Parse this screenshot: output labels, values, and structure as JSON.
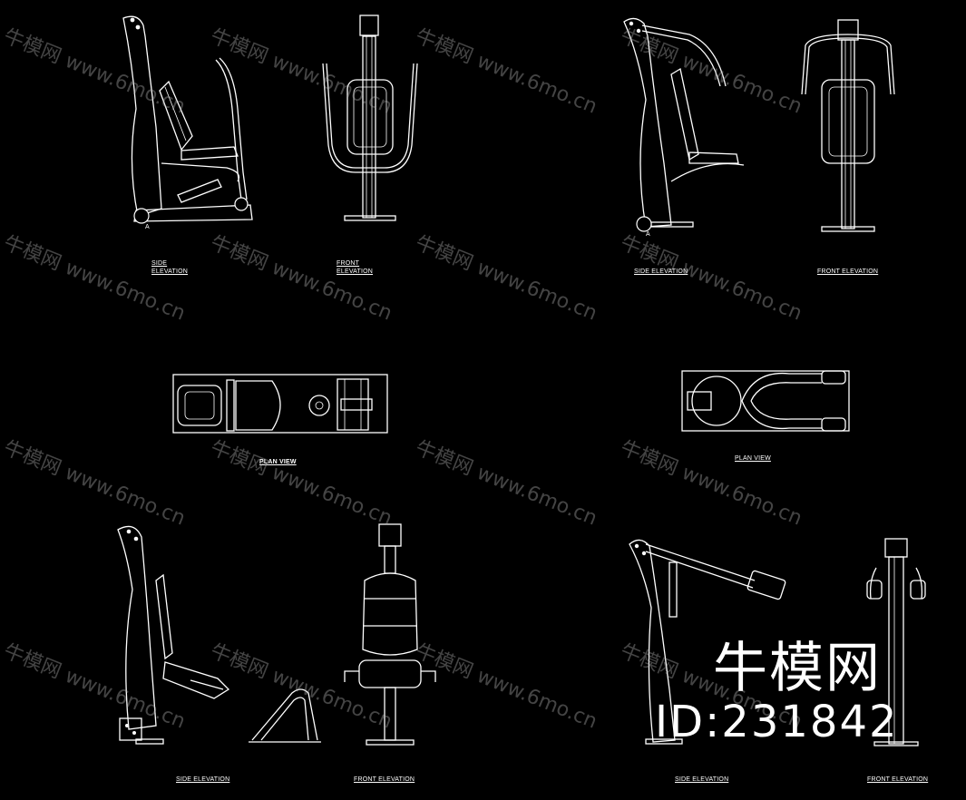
{
  "labels": {
    "d1_side_a": "SIDE",
    "d1_side_b": "ELEVATION",
    "d1_front_a": "FRONT",
    "d1_front_b": "ELEVATION",
    "d2_side": "SIDE ELEVATION",
    "d2_front": "FRONT ELEVATION",
    "d3_plan": "PLAN VIEW",
    "d4_plan": "PLAN VIEW",
    "d5_side": "SIDE ELEVATION",
    "d5_front": "FRONT ELEVATION",
    "d6_side": "SIDE ELEVATION",
    "d6_front": "FRONT ELEVATION"
  },
  "marker": {
    "a1": "A",
    "a2": "A"
  },
  "brand": {
    "name": "牛模网",
    "id": "ID:231842"
  },
  "watermark": "牛模网 www.6mo.cn"
}
